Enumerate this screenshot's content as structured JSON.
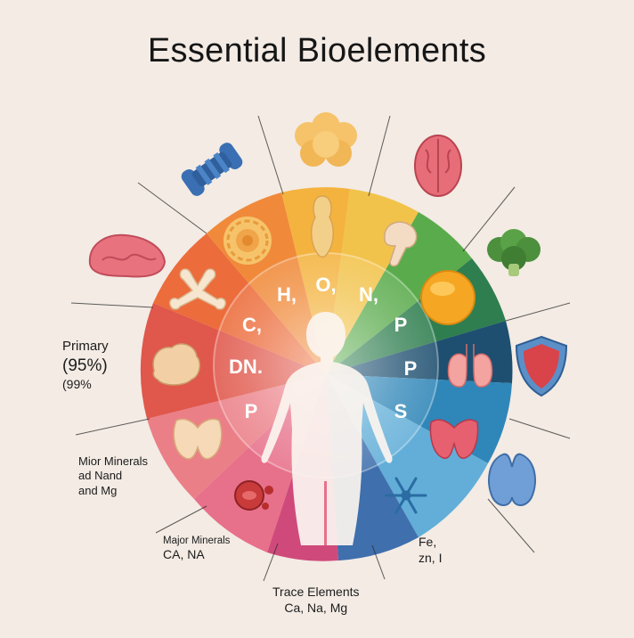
{
  "title": "Essential Bioelements",
  "inner_symbols": [
    "H,",
    "O,",
    "N,",
    "P",
    "P",
    "S",
    "P",
    "DN.",
    "C,"
  ],
  "labels": {
    "primary": [
      "Primary",
      "(95%)",
      "(99%"
    ],
    "minor": [
      "Mior Minerals",
      "ad Nand",
      "and Mg"
    ],
    "major": [
      "Major Minerals",
      "CA, NA"
    ],
    "trace": [
      "Trace Elements",
      "Ca, Na, Mg"
    ],
    "fe": [
      "Fe,",
      "zn, I"
    ]
  },
  "icons": {
    "inner": [
      "bone-icon",
      "sunflower-icon",
      "peanut-icon",
      "mushroom-icon",
      "orange-icon",
      "lungs-icon",
      "thyroid-icon",
      "snowflake-icon",
      "blood-cells-icon",
      "pancreas-icon",
      "brain-icon"
    ],
    "outer": [
      "dumbbell-icon",
      "cauliflower-icon",
      "brain-icon",
      "broccoli-icon",
      "shield-icon",
      "kidney-icon",
      "liver-icon"
    ]
  },
  "colors": {
    "background": "#f3ebe4",
    "wedges": [
      "#f0a43a",
      "#f4c24a",
      "#5fb04e",
      "#2f8a54",
      "#1f5d79",
      "#2e7fb5",
      "#58a9d6",
      "#3a6fb0",
      "#d44f7a",
      "#ea6f89",
      "#ee8b7e",
      "#e0544b",
      "#ef7a3c"
    ]
  }
}
